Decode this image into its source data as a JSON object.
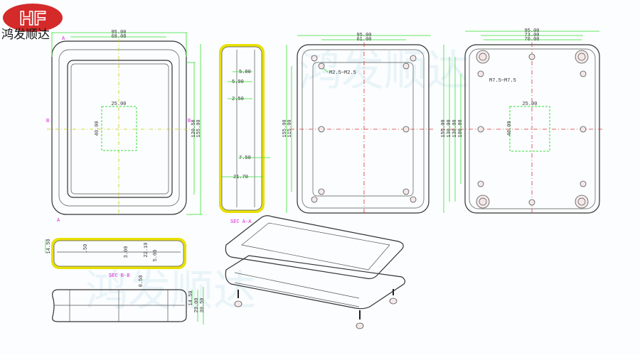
{
  "logo": {
    "text": "HF",
    "company": "鸿发顺达",
    "color": "#d42a2a"
  },
  "front_view": {
    "width": "95.00",
    "inner_width": "68.08",
    "window_width": "25.00",
    "window_height": "40.00",
    "inner_height": "120.58",
    "height": "155.00",
    "marker_a": "A",
    "marker_b": "B"
  },
  "section_aa": {
    "label": "SEC A-A",
    "dims": [
      "5.00",
      "5.90",
      "2.50",
      "7.50",
      "21.70"
    ]
  },
  "inside_view": {
    "width": "95.00",
    "hole_spacing": "61.00",
    "height": "155.00",
    "hole_span": "115.00",
    "screw_label": "M2.5~M2.5"
  },
  "bottom_view": {
    "width": "95.00",
    "dim_73": "73.00",
    "dim_70": "70.00",
    "heights": [
      "155.00",
      "130.00",
      "130.00",
      "100.00"
    ],
    "window_width": "25.00",
    "window_height": "40.00",
    "screw_label": "M7.5~M7.5"
  },
  "section_bb": {
    "label": "SEC B-B",
    "dims": [
      "14.50",
      ".50",
      "3.00",
      "22.10",
      "5.00",
      "0.50"
    ]
  },
  "side_view": {
    "dims": [
      "14.50",
      "29.00",
      "30.50"
    ]
  },
  "colors": {
    "dimension": "#35e035",
    "centerline": "#e03030",
    "section": "#e8e000",
    "section_label": "#e020e0"
  }
}
